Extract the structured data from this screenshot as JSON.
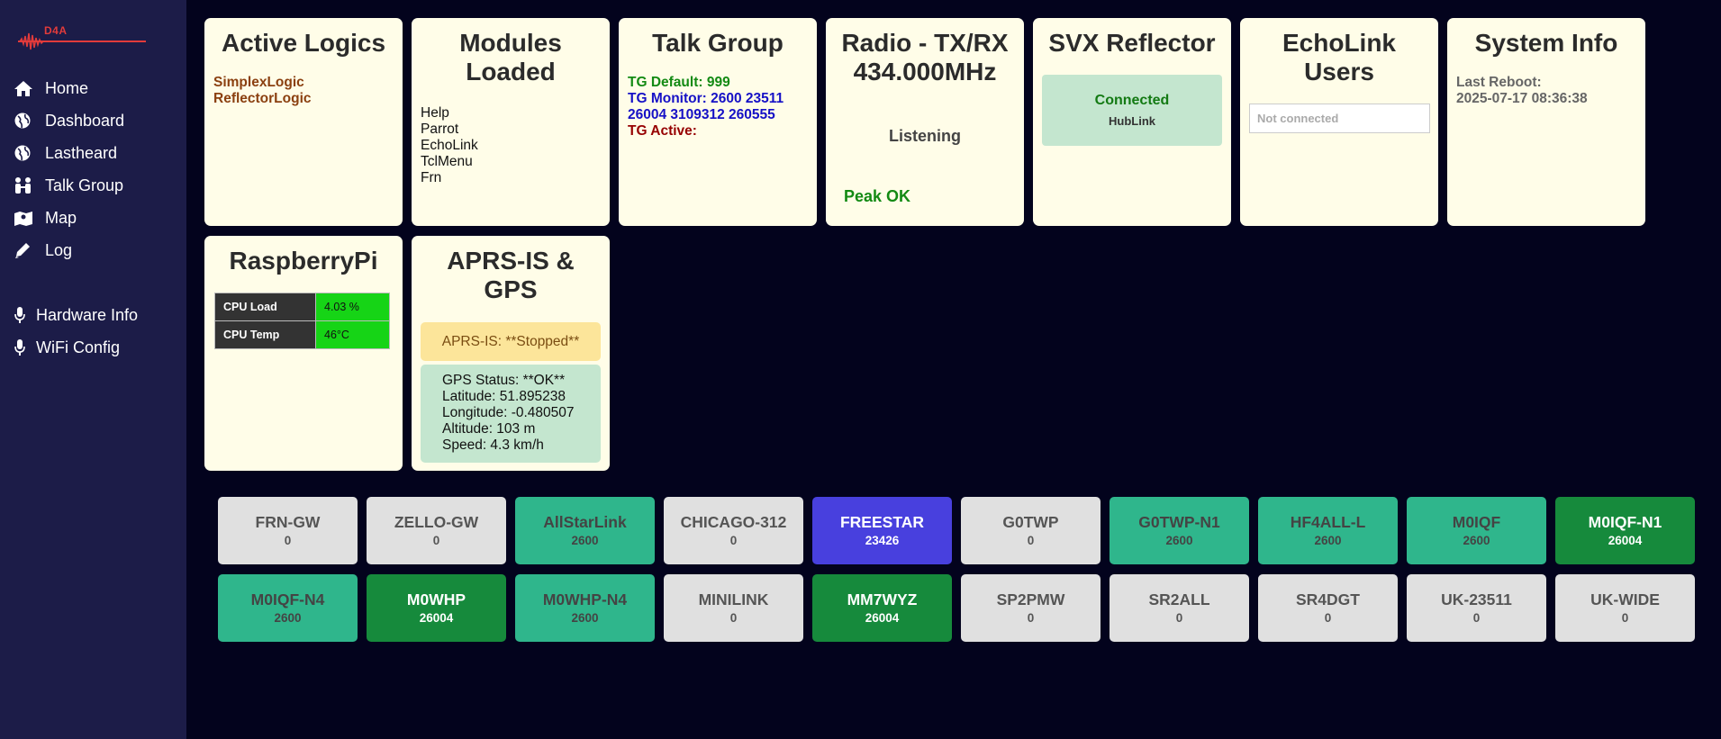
{
  "sidebar": {
    "logo_text": "D4A",
    "items": [
      {
        "label": "Home",
        "icon": "home-icon"
      },
      {
        "label": "Dashboard",
        "icon": "globe-icon"
      },
      {
        "label": "Lastheard",
        "icon": "globe-icon"
      },
      {
        "label": "Talk Group",
        "icon": "users-icon"
      },
      {
        "label": "Map",
        "icon": "map-icon"
      },
      {
        "label": "Log",
        "icon": "pencil-icon"
      }
    ],
    "secondary": [
      {
        "label": "Hardware Info",
        "icon": "microphone-icon"
      },
      {
        "label": "WiFi Config",
        "icon": "microphone-icon"
      }
    ]
  },
  "cards": {
    "active_logics": {
      "title": "Active Logics",
      "items": [
        "SimplexLogic",
        "ReflectorLogic"
      ]
    },
    "modules": {
      "title": "Modules Loaded",
      "items": [
        "Help",
        "Parrot",
        "EchoLink",
        "TclMenu",
        "Frn"
      ]
    },
    "talk_group": {
      "title": "Talk Group",
      "default_label": "TG Default:",
      "default_value": "999",
      "monitor_label": "TG Monitor:",
      "monitor_line1": "2600 23511",
      "monitor_line2": "26004 3109312 260555",
      "active_label": "TG Active:"
    },
    "radio": {
      "title_line1": "Radio - TX/RX",
      "title_line2": "434.000MHz",
      "status": "Listening",
      "peak": "Peak OK"
    },
    "svx": {
      "title": "SVX Reflector",
      "status": "Connected",
      "host": "HubLink"
    },
    "echolink": {
      "title": "EchoLink Users",
      "status": "Not connected"
    },
    "sysinfo": {
      "title": "System Info",
      "reboot_label": "Last Reboot:",
      "reboot_value": "2025-07-17 08:36:38"
    },
    "rpi": {
      "title": "RaspberryPi",
      "rows": [
        {
          "key": "CPU Load",
          "value": "4.03 %"
        },
        {
          "key": "CPU Temp",
          "value": "46°C"
        }
      ]
    },
    "aprs": {
      "title_line1": "APRS-IS &",
      "title_line2": "GPS",
      "aprs_status": "APRS-IS: **Stopped**",
      "gps": {
        "status": "GPS Status: **OK**",
        "latitude": "Latitude: 51.895238",
        "longitude": "Longitude: -0.480507",
        "altitude": "Altitude: 103 m",
        "speed": "Speed: 4.3 km/h"
      }
    }
  },
  "talkgroups": [
    {
      "name": "FRN-GW",
      "code": "0",
      "style": "grey"
    },
    {
      "name": "ZELLO-GW",
      "code": "0",
      "style": "grey"
    },
    {
      "name": "AllStarLink",
      "code": "2600",
      "style": "teal"
    },
    {
      "name": "CHICAGO-312",
      "code": "0",
      "style": "grey"
    },
    {
      "name": "FREESTAR",
      "code": "23426",
      "style": "blue"
    },
    {
      "name": "G0TWP",
      "code": "0",
      "style": "grey"
    },
    {
      "name": "G0TWP-N1",
      "code": "2600",
      "style": "teal"
    },
    {
      "name": "HF4ALL-L",
      "code": "2600",
      "style": "teal"
    },
    {
      "name": "M0IQF",
      "code": "2600",
      "style": "teal"
    },
    {
      "name": "M0IQF-N1",
      "code": "26004",
      "style": "dkgreen"
    },
    {
      "name": "M0IQF-N4",
      "code": "2600",
      "style": "teal"
    },
    {
      "name": "M0WHP",
      "code": "26004",
      "style": "dkgreen"
    },
    {
      "name": "M0WHP-N4",
      "code": "2600",
      "style": "teal"
    },
    {
      "name": "MINILINK",
      "code": "0",
      "style": "grey"
    },
    {
      "name": "MM7WYZ",
      "code": "26004",
      "style": "dkgreen"
    },
    {
      "name": "SP2PMW",
      "code": "0",
      "style": "grey"
    },
    {
      "name": "SR2ALL",
      "code": "0",
      "style": "grey"
    },
    {
      "name": "SR4DGT",
      "code": "0",
      "style": "grey"
    },
    {
      "name": "UK-23511",
      "code": "0",
      "style": "grey"
    },
    {
      "name": "UK-WIDE",
      "code": "0",
      "style": "grey"
    }
  ],
  "colors": {
    "background": "#03031d",
    "sidebar": "#1c1c48",
    "card": "#fffde8",
    "tg_grey": "#e0e0e0",
    "tg_teal": "#2fb68c",
    "tg_dkgreen": "#168a3c",
    "tg_blue": "#4840de"
  }
}
